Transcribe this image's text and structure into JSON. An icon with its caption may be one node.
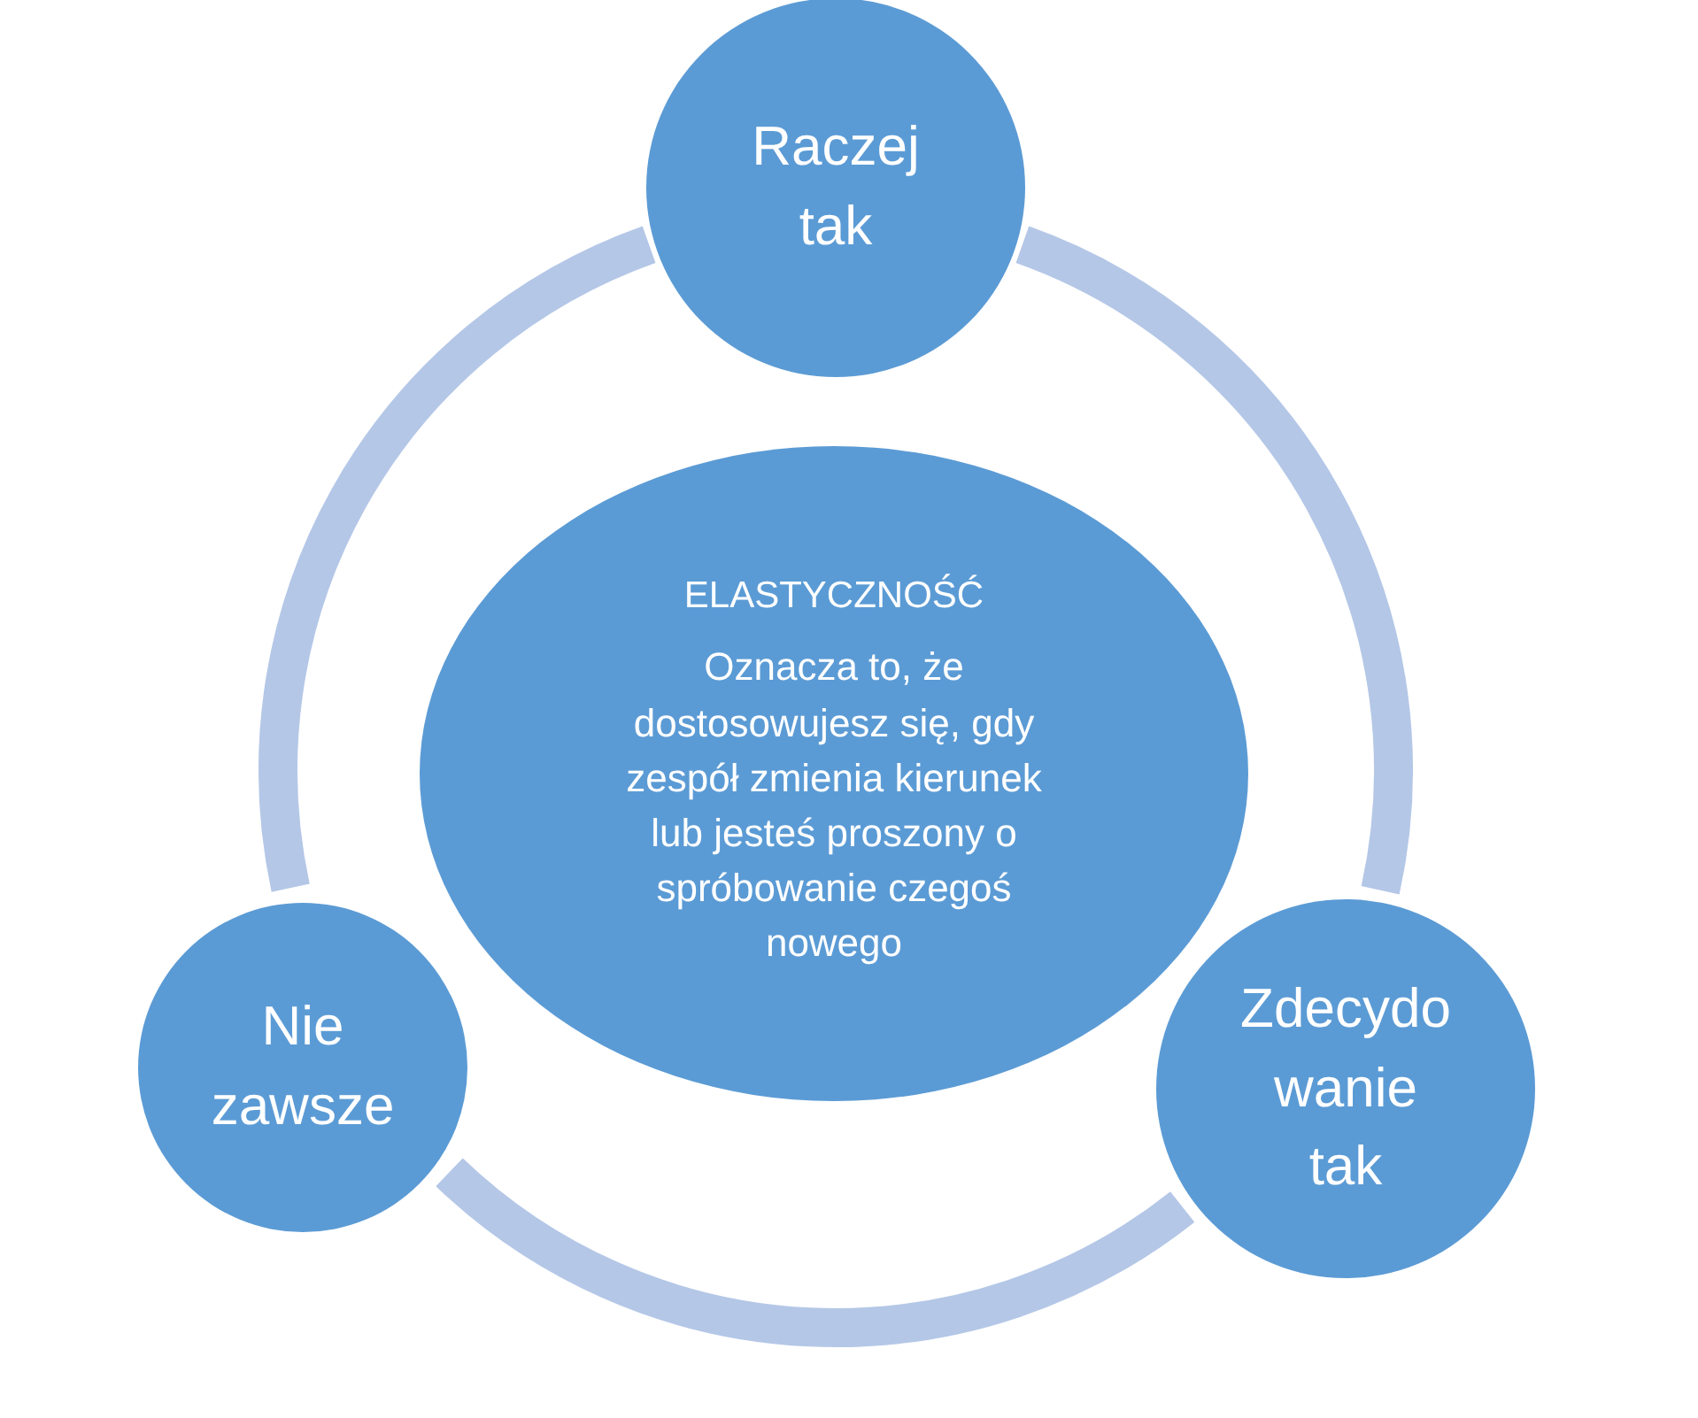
{
  "diagram": {
    "nodes": [
      {
        "text": [
          "Raczej tak"
        ]
      },
      {
        "text": [
          "ELASTYCZNOŚĆ",
          "Oznacza to, że dostosowujesz się, gdy zespół zmienia kierunek lub jesteś proszony o spróbowanie czegoś nowego"
        ]
      },
      {
        "text": [
          "Nie zawsze"
        ]
      },
      {
        "text": [
          "Zdecydo wanie tak"
        ]
      }
    ],
    "edges": [
      {
        "from": 0,
        "to": 3,
        "arrow": "none"
      },
      {
        "from": 3,
        "to": 2,
        "arrow": "none"
      },
      {
        "from": 2,
        "to": 0,
        "arrow": "none"
      }
    ]
  }
}
